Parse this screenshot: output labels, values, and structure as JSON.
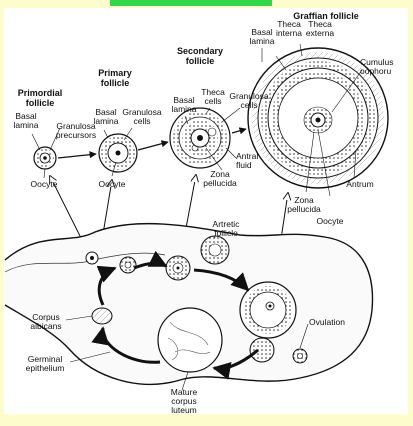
{
  "colors": {
    "page_bg": "#fcfccc",
    "accent_bar": "#33d64a",
    "ink": "#111111"
  },
  "headings": {
    "primordial": "Primordial\nfollicle",
    "primary": "Primary\nfollicle",
    "secondary": "Secondary\nfollicle",
    "graafian": "Graffian follicle"
  },
  "labels": {
    "basal_lamina_1": "Basal\nlamina",
    "granulosa_precursors": "Granulosa\nprecursors",
    "oocyte_1": "Oocyte",
    "basal_lamina_2": "Basal\nlamina",
    "granulosa_cells_2": "Granulosa\ncells",
    "oocyte_2": "Oocyte",
    "basal_lamina_3": "Basal\nlamina",
    "theca_cells": "Theca\ncells",
    "granulosa_cells_3": "Granulosa\ncells",
    "antral_fluid": "Antral\nfluid",
    "zona_pellucida_3": "Zona\npellucida",
    "basal_lamina_4": "Basal\nlamina",
    "theca_interna": "Theca\ninterna",
    "theca_externa": "Theca\nexterna",
    "cumulus_oophorus": "Cumulus\noophoru",
    "zona_pellucida_4": "Zona\npellucida",
    "oocyte_4": "Oocyte",
    "antrum": "Antrum",
    "atretic_follicle": "Artretic\nfollicle",
    "corpus_albicans": "Corpus\nalbicans",
    "ovulation": "Ovulation",
    "germinal_epithelium": "Germinal\nepithelium",
    "mature_corpus_luteum": "Mature\ncorpus\nluteum"
  }
}
